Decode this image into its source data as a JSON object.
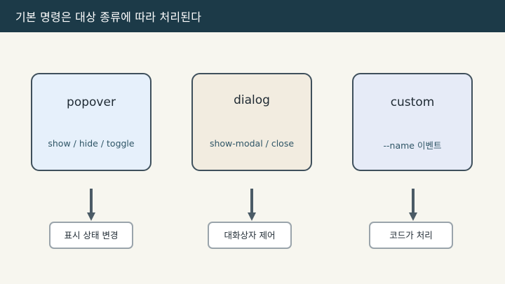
{
  "header": {
    "title": "기본 명령은 대상 종류에 따라 처리된다"
  },
  "colors": {
    "header_bg": "#1c3a48",
    "page_bg": "#f7f6ef",
    "card_popover_bg": "#e6f0fb",
    "card_dialog_bg": "#f2ece0",
    "card_custom_bg": "#e6ebf7",
    "border": "#3f505c"
  },
  "columns": [
    {
      "title": "popover",
      "subtitle": "show / hide / toggle",
      "result": "표시 상태 변경"
    },
    {
      "title": "dialog",
      "subtitle": "show-modal / close",
      "result": "대화상자 제어"
    },
    {
      "title": "custom",
      "subtitle": "--name 이벤트",
      "result": "코드가 처리"
    }
  ]
}
